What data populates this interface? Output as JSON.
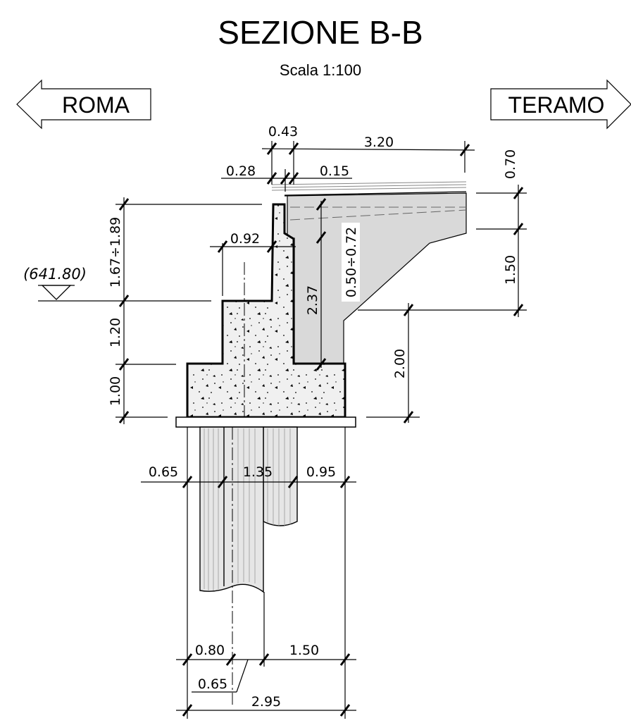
{
  "title": "SEZIONE B-B",
  "scale": "Scala 1:100",
  "directions": {
    "left": "ROMA",
    "right": "TERAMO"
  },
  "level": "(641.80)",
  "dimensions": {
    "d_043": "0.43",
    "d_320": "3.20",
    "d_028": "0.28",
    "d_015": "0.15",
    "d_070": "0.70",
    "d_150_right": "1.50",
    "d_167_189": "1.67÷1.89",
    "d_092": "0.92",
    "d_050_072": "0.50÷0.72",
    "d_237": "2.37",
    "d_120": "1.20",
    "d_100": "1.00",
    "d_200": "2.00",
    "d_065_top": "0.65",
    "d_135": "1.35",
    "d_095": "0.95",
    "d_080": "0.80",
    "d_150_bottom": "1.50",
    "d_065_bottom": "0.65",
    "d_295": "2.95"
  },
  "colors": {
    "ink": "#000000",
    "fill_grey": "#d9d9d9",
    "concrete": "#f0f0f0",
    "pile": "#e6e6e6"
  }
}
